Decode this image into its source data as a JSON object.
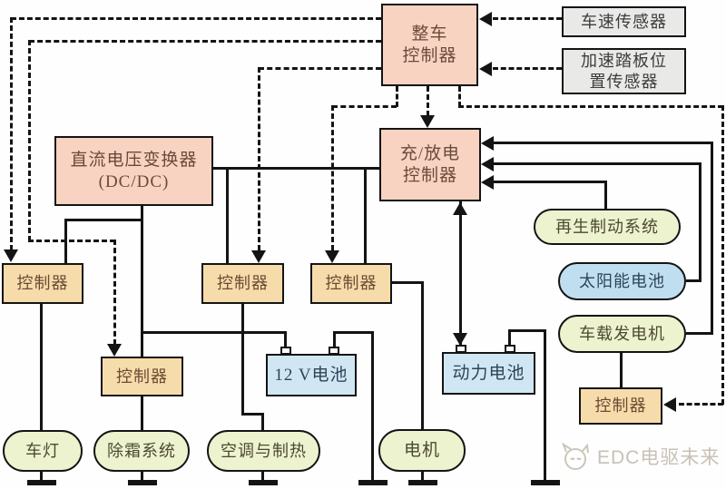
{
  "nodes": {
    "vcu": {
      "label": "整车\n控制器"
    },
    "speed_sensor": {
      "label": "车速传感器"
    },
    "pedal_sensor": {
      "label": "加速踏板位\n置传感器"
    },
    "dcdc": {
      "label": "直流电压变换器\n(DC/DC)"
    },
    "charge_ctrl": {
      "label": "充/放电\n控制器"
    },
    "regen": {
      "label": "再生制动系统"
    },
    "solar": {
      "label": "太阳能电池"
    },
    "generator": {
      "label": "车载发电机"
    },
    "ctrl_lamp": {
      "label": "控制器"
    },
    "ctrl_defrost": {
      "label": "控制器"
    },
    "ctrl_hvac": {
      "label": "控制器"
    },
    "ctrl_motor": {
      "label": "控制器"
    },
    "ctrl_generator": {
      "label": "控制器"
    },
    "battery_12v": {
      "label": "12 V电池"
    },
    "power_battery": {
      "label": "动力电池"
    },
    "lamp": {
      "label": "车灯"
    },
    "defrost": {
      "label": "除霜系统"
    },
    "hvac": {
      "label": "空调与制热"
    },
    "motor": {
      "label": "电机"
    }
  },
  "watermark": {
    "text": "EDC电驱未来"
  },
  "colors": {
    "controller_fill": "#f8d3c2",
    "sub_controller_fill": "#f7dcab",
    "sensor_fill": "#e9e9e7",
    "device_fill": "#edf2cf",
    "solar_fill": "#bfdff0",
    "battery_fill": "#d0e7f3",
    "line": "#141414",
    "watermark_text": "#c9c1b6"
  }
}
